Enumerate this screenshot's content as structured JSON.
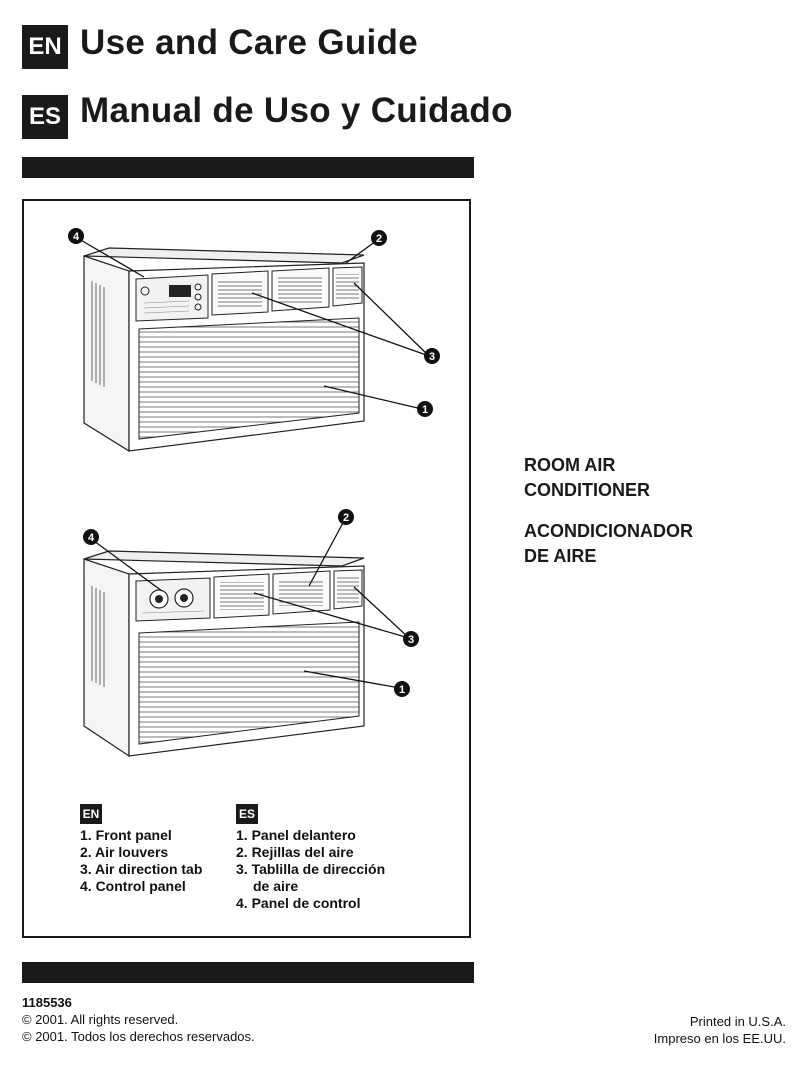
{
  "header": {
    "en_badge": "EN",
    "en_title": "Use and Care Guide",
    "es_badge": "ES",
    "es_title": "Manual de Uso y Cuidado"
  },
  "callouts": {
    "top": [
      "4",
      "2",
      "3",
      "1"
    ],
    "bottom": [
      "4",
      "2",
      "3",
      "1"
    ]
  },
  "product": {
    "en_line1": "ROOM AIR",
    "en_line2": "CONDITIONER",
    "es_line1": "ACONDICIONADOR",
    "es_line2": "DE AIRE"
  },
  "legend": {
    "en_badge": "EN",
    "en_items": [
      "1. Front panel",
      "2. Air louvers",
      "3. Air direction tab",
      "4. Control panel"
    ],
    "es_badge": "ES",
    "es_items": [
      "1. Panel delantero",
      "2. Rejillas del aire",
      "3. Tablilla de dirección",
      "de aire",
      "4. Panel de control"
    ]
  },
  "footer": {
    "part_number": "1185536",
    "copyright_en": "© 2001. All rights reserved.",
    "copyright_es": "© 2001. Todos los derechos reservados.",
    "printed_en": "Printed in U.S.A.",
    "printed_es": "Impreso en los EE.UU."
  }
}
